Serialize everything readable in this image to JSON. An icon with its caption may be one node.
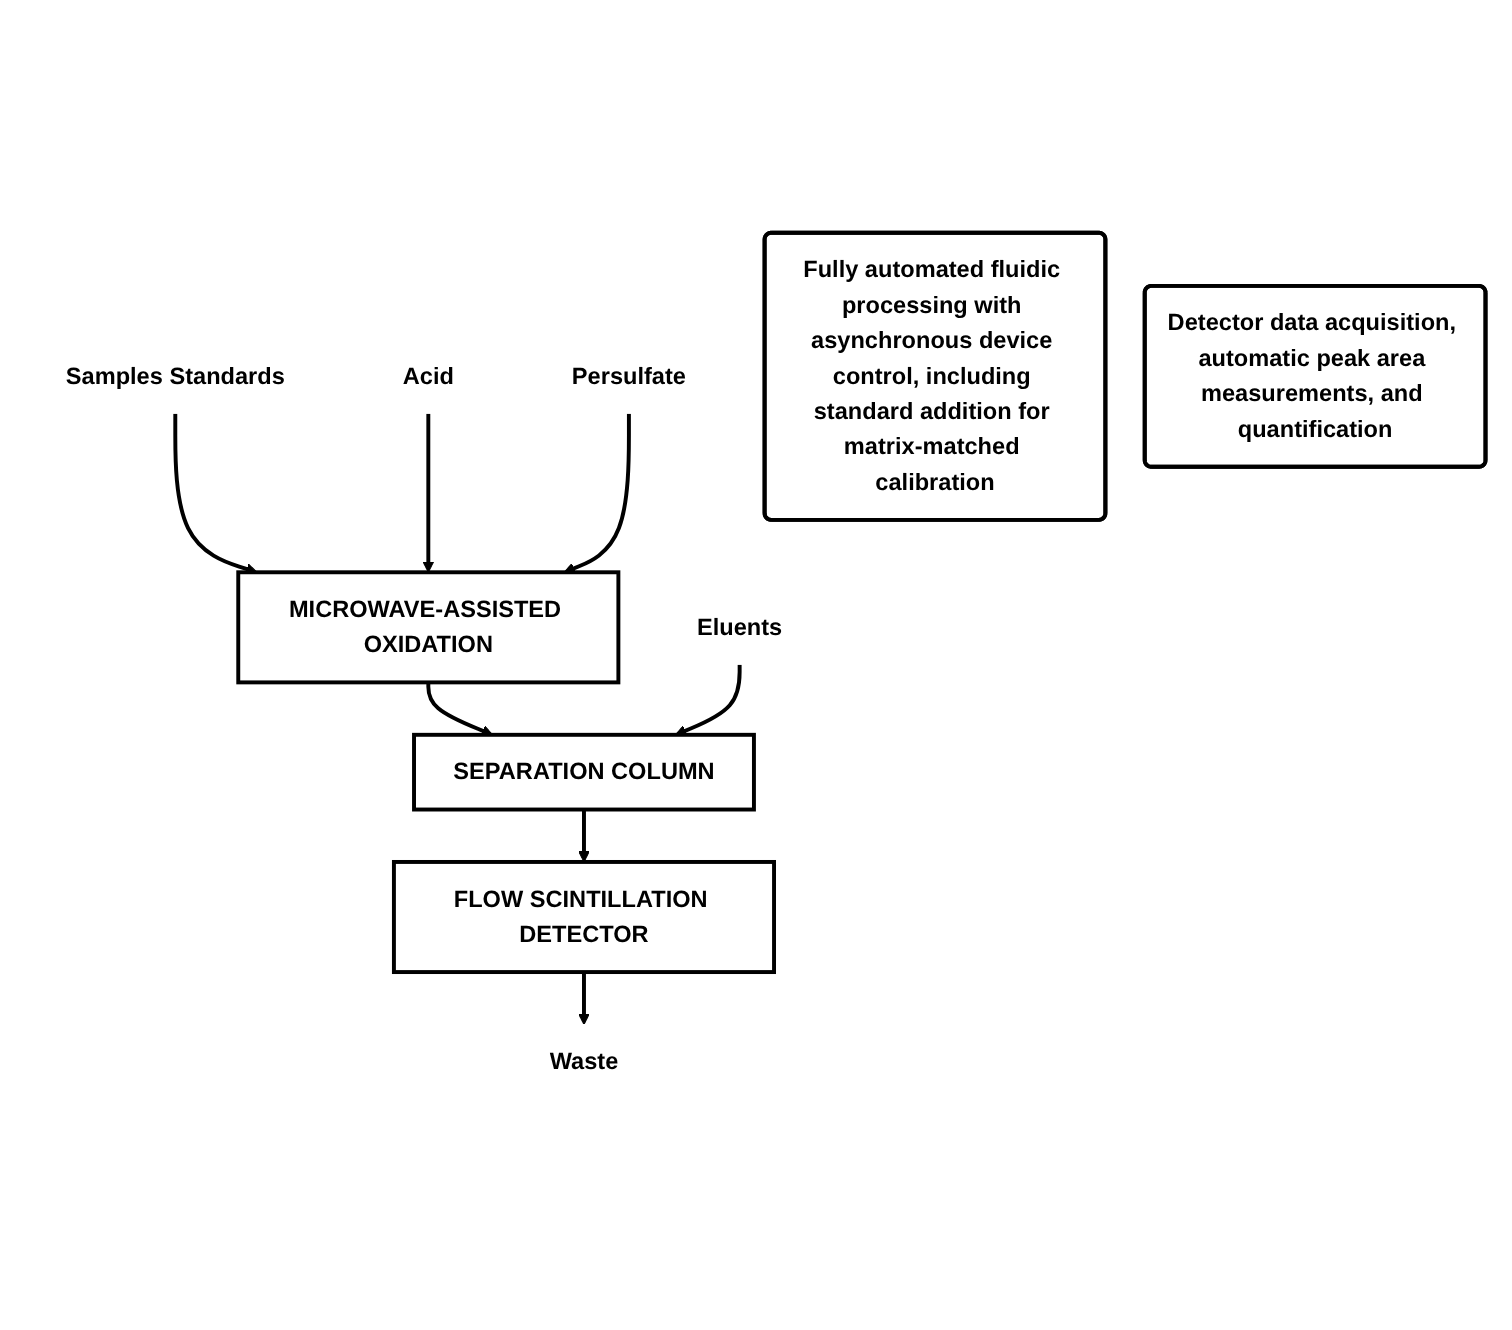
{
  "diagram": {
    "nodes": [
      {
        "text": [
          "Samples Standards"
        ]
      },
      {
        "text": [
          "Acid"
        ]
      },
      {
        "text": [
          "Persulfate"
        ]
      },
      {
        "text": [
          "MICROWAVE-ASSISTED OXIDATION"
        ]
      },
      {
        "text": [
          "Eluents"
        ]
      },
      {
        "text": [
          "SEPARATION COLUMN"
        ]
      },
      {
        "text": [
          "FLOW SCINTILLATION DETECTOR"
        ]
      },
      {
        "text": [
          "Waste"
        ]
      },
      {
        "text": [
          "Fully automated fluidic processing with asynchronous device control, including standard addition for matrix-matched calibration"
        ]
      },
      {
        "text": [
          "Detector data acquisition, automatic peak area measurements, and quantification"
        ]
      }
    ],
    "edges": [
      {
        "from": 0,
        "to": 3,
        "arrow": "to"
      },
      {
        "from": 1,
        "to": 3,
        "arrow": "to"
      },
      {
        "from": 2,
        "to": 3,
        "arrow": "to"
      },
      {
        "from": 3,
        "to": 5,
        "arrow": "to"
      },
      {
        "from": 4,
        "to": 5,
        "arrow": "to"
      },
      {
        "from": 5,
        "to": 6,
        "arrow": "to"
      },
      {
        "from": 6,
        "to": 7,
        "arrow": "to"
      }
    ]
  }
}
